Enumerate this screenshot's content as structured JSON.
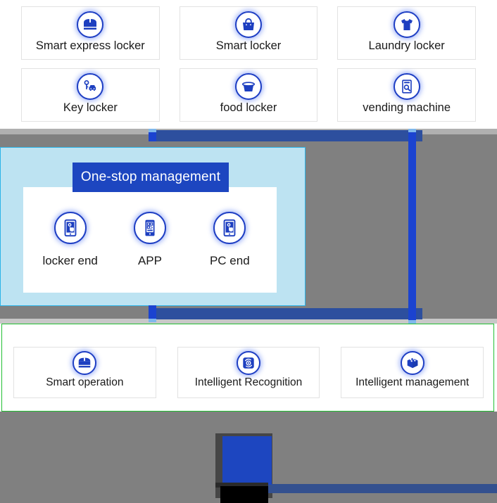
{
  "colors": {
    "brand_blue": "#1d46c0",
    "connector_blue": "#2d4f9e",
    "vertical_blue": "#1b43d0",
    "panel_light_blue": "#bde3f2",
    "panel_cyan_border": "#2bb4e8",
    "panel_green_border": "#22c032",
    "background_gray": "#808080",
    "card_border": "#e2e2e2"
  },
  "top_section": {
    "cards": [
      {
        "label": "Smart express locker",
        "icon": "package-box-icon"
      },
      {
        "label": "Smart locker",
        "icon": "handbag-icon"
      },
      {
        "label": "Laundry locker",
        "icon": "tshirt-icon"
      },
      {
        "label": "Key locker",
        "icon": "key-car-icon"
      },
      {
        "label": "food locker",
        "icon": "food-container-icon"
      },
      {
        "label": "vending machine",
        "icon": "document-scan-icon"
      }
    ]
  },
  "middle_section": {
    "title": "One-stop management",
    "items": [
      {
        "label": "locker end",
        "icon": "tablet-touch-icon"
      },
      {
        "label": "APP",
        "icon": "phone-qr-icon"
      },
      {
        "label": "PC end",
        "icon": "tablet-touch-icon"
      }
    ]
  },
  "bottom_section": {
    "cards": [
      {
        "label": "Smart operation",
        "icon": "package-box-icon"
      },
      {
        "label": "Intelligent Recognition",
        "icon": "scan-recognition-icon"
      },
      {
        "label": "Intelligent management",
        "icon": "cube-dots-icon"
      }
    ]
  }
}
